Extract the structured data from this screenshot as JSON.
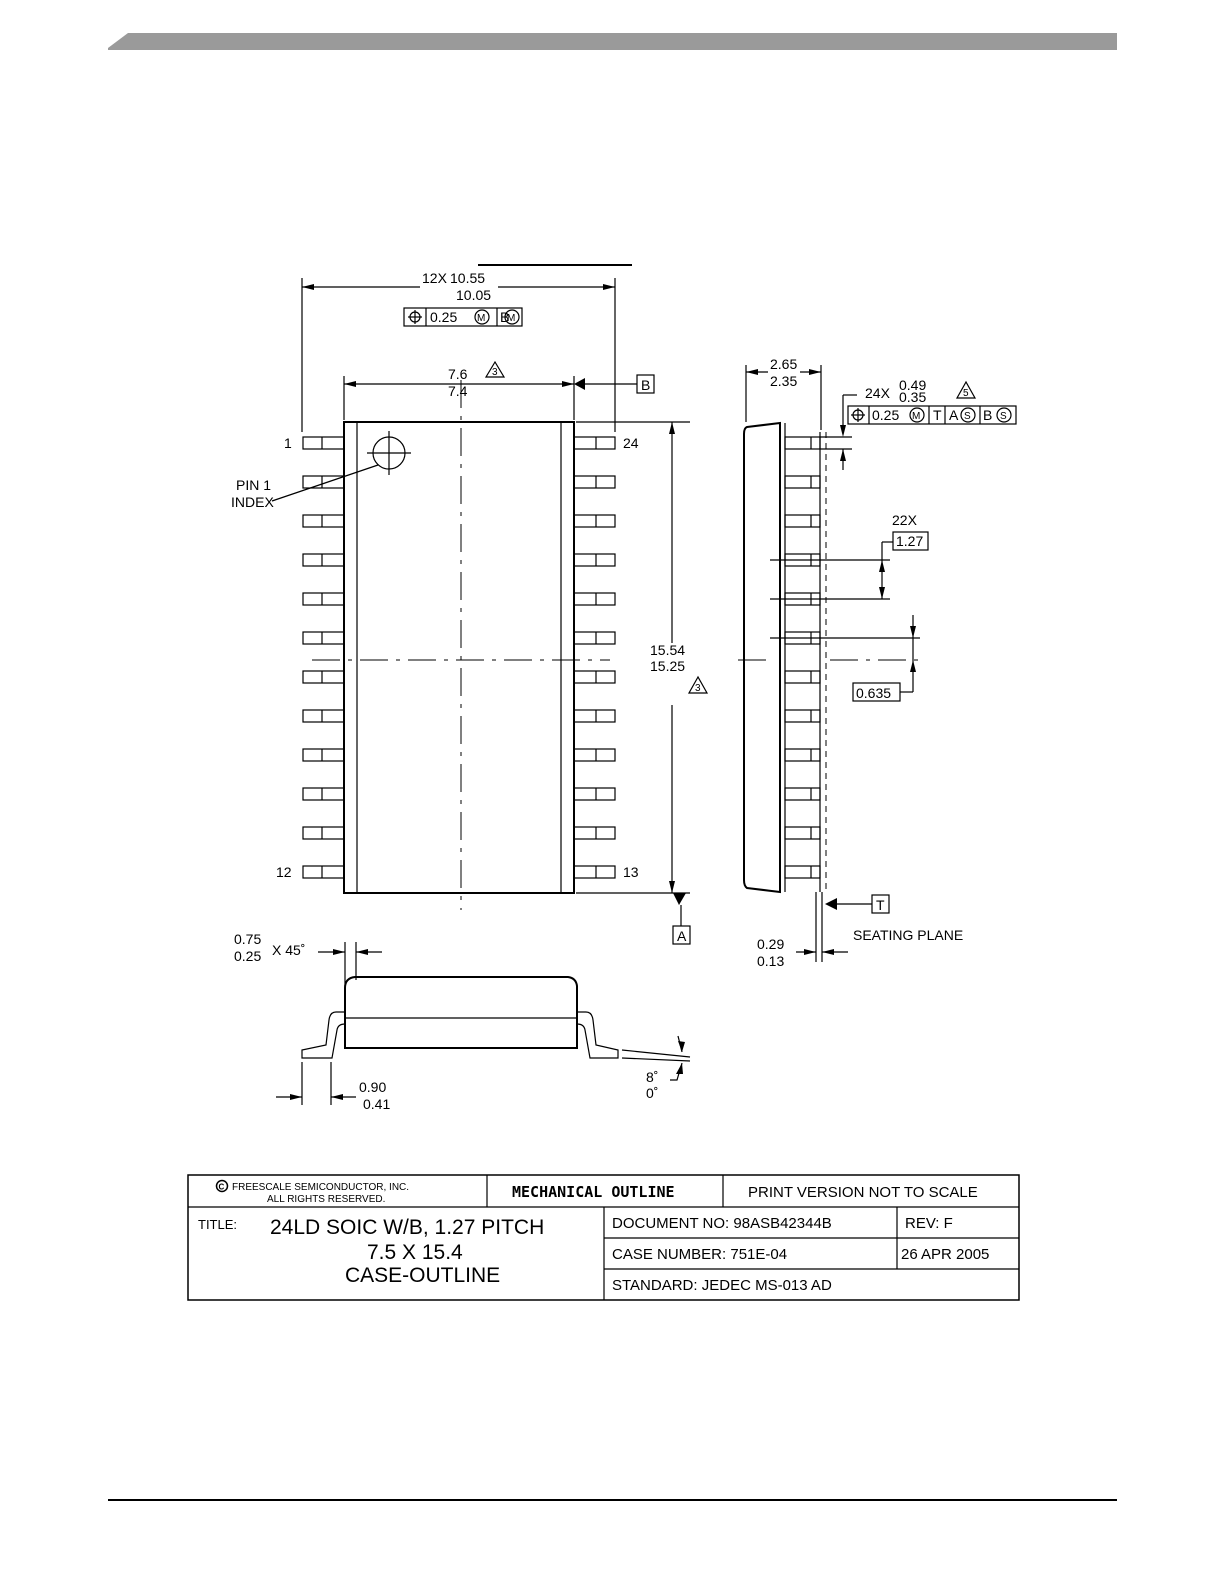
{
  "drawing": {
    "top_view": {
      "dim_overall_width_prefix": "12X",
      "dim_overall_width_max": "10.55",
      "dim_overall_width_min": "10.05",
      "fcf_overall_tol": "0.25",
      "fcf_overall_datum": "B",
      "dim_body_width_max": "7.6",
      "dim_body_width_min": "7.4",
      "note_3": "3",
      "datum_b": "B",
      "pin_1": "1",
      "pin_24": "24",
      "pin_12": "12",
      "pin_13": "13",
      "pin1_index_line1": "PIN 1",
      "pin1_index_line2": "INDEX",
      "dim_body_length_max": "15.54",
      "dim_body_length_min": "15.25",
      "note_3b": "3",
      "datum_a": "A"
    },
    "side_view": {
      "dim_height_max": "2.65",
      "dim_height_min": "2.35",
      "lead_width_prefix": "24X",
      "lead_width_max": "0.49",
      "lead_width_min": "0.35",
      "note_5": "5",
      "fcf_lead_tol": "0.25",
      "fcf_lead_datum_t": "T",
      "fcf_lead_datum_a": "A",
      "fcf_lead_datum_b": "B",
      "pitch_prefix": "22X",
      "pitch": "1.27",
      "half_pitch": "0.635",
      "datum_t": "T",
      "seating_plane": "SEATING PLANE",
      "standoff_max": "0.29",
      "standoff_min": "0.13"
    },
    "end_view": {
      "chamfer_max": "0.75",
      "chamfer_min": "0.25",
      "chamfer_angle": "X 45˚",
      "foot_max": "0.90",
      "foot_min": "0.41",
      "angle_max": "8˚",
      "angle_min": "0˚"
    }
  },
  "title_block": {
    "copyright_line1": "FREESCALE SEMICONDUCTOR, INC.",
    "copyright_line2": "ALL RIGHTS RESERVED.",
    "mechanical_outline": "MECHANICAL OUTLINE",
    "print_version": "PRINT VERSION NOT TO SCALE",
    "title_label": "TITLE:",
    "title_line1": "24LD SOIC W/B, 1.27 PITCH",
    "title_line2": "7.5 X 15.4",
    "title_line3": "CASE-OUTLINE",
    "document_no": "DOCUMENT NO: 98ASB42344B",
    "rev": "REV: F",
    "case_number": "CASE NUMBER: 751E-04",
    "date": "26 APR 2005",
    "standard": "STANDARD: JEDEC MS-013 AD"
  },
  "colors": {
    "header_bar": "#9a9a9a",
    "ink": "#000000"
  }
}
